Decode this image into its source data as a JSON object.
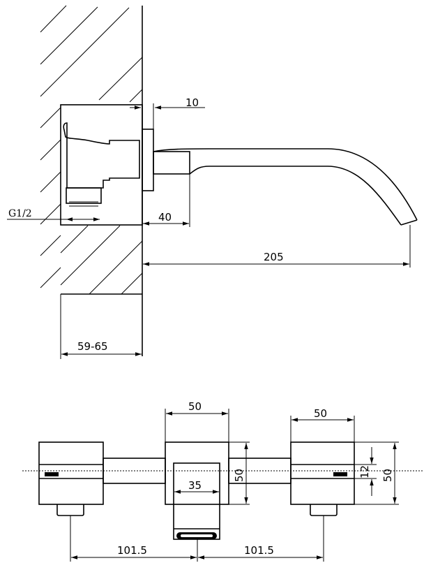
{
  "side_view": {
    "dim_flange": "10",
    "dim_thread": "G1/2",
    "dim_valve_depth": "40",
    "dim_spout_reach": "205",
    "dim_wall_depth": "59-65"
  },
  "front_view": {
    "dim_left_handle_width": "50",
    "dim_right_handle_width": "50",
    "dim_spout_height": "50",
    "dim_outlet_width": "35",
    "dim_indicator": "12",
    "dim_right_handle_height": "50",
    "dim_spacing_left": "101.5",
    "dim_spacing_right": "101.5"
  }
}
